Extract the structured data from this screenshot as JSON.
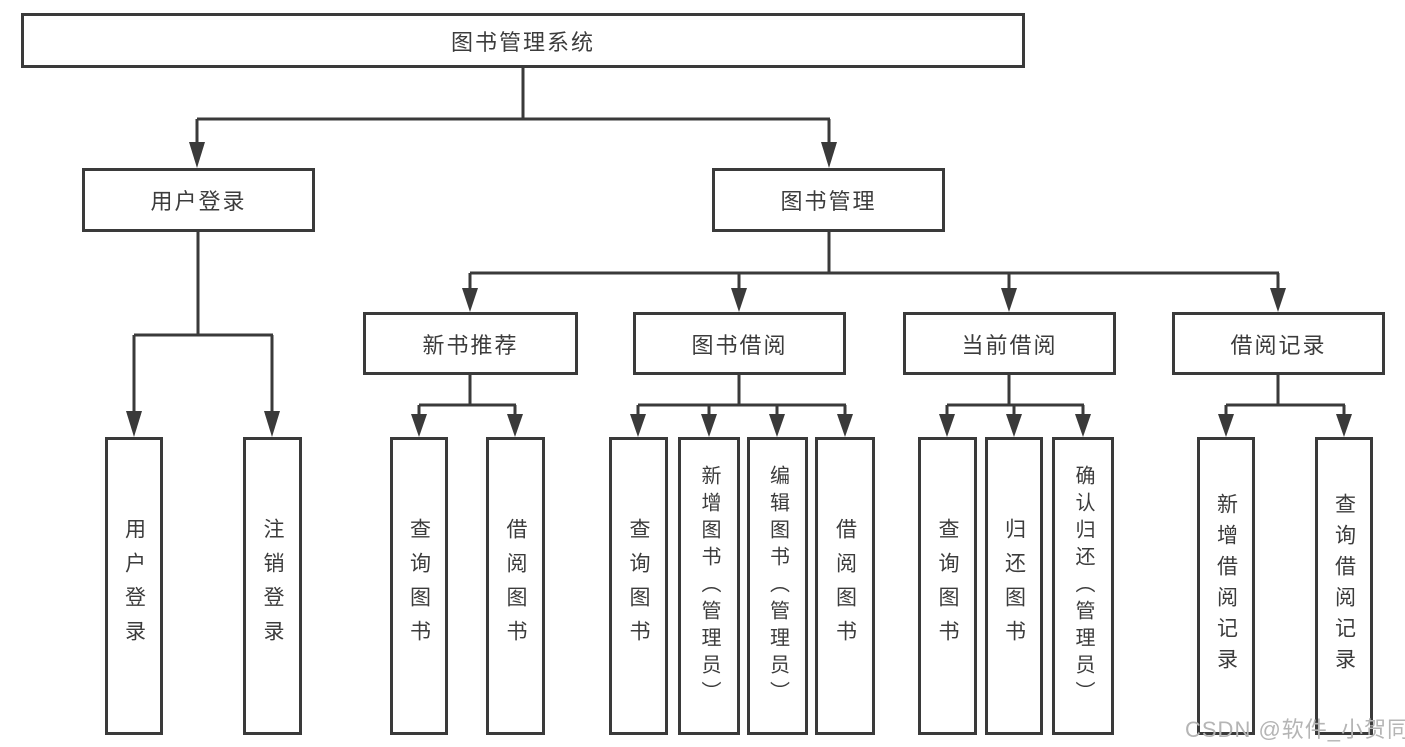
{
  "tree": {
    "root": {
      "label": "图书管理系统"
    },
    "branches": [
      {
        "label": "用户登录",
        "children": [
          {
            "label": "用户登录"
          },
          {
            "label": "注销登录"
          }
        ]
      },
      {
        "label": "图书管理",
        "sections": [
          {
            "label": "新书推荐",
            "children": [
              {
                "label": "查询图书"
              },
              {
                "label": "借阅图书"
              }
            ]
          },
          {
            "label": "图书借阅",
            "children": [
              {
                "label": "查询图书"
              },
              {
                "label": "新增图书（管理员）"
              },
              {
                "label": "编辑图书（管理员）"
              },
              {
                "label": "借阅图书"
              }
            ]
          },
          {
            "label": "当前借阅",
            "children": [
              {
                "label": "查询图书"
              },
              {
                "label": "归还图书"
              },
              {
                "label": "确认归还（管理员）"
              }
            ]
          },
          {
            "label": "借阅记录",
            "children": [
              {
                "label": "新增借阅记录"
              },
              {
                "label": "查询借阅记录"
              }
            ]
          }
        ]
      }
    ]
  },
  "watermark": "CSDN @软件_小贺同学",
  "colors": {
    "line": "#3a3a3a",
    "text": "#3c3c3c",
    "watermark": "#b5b5b5",
    "background": "#ffffff"
  }
}
